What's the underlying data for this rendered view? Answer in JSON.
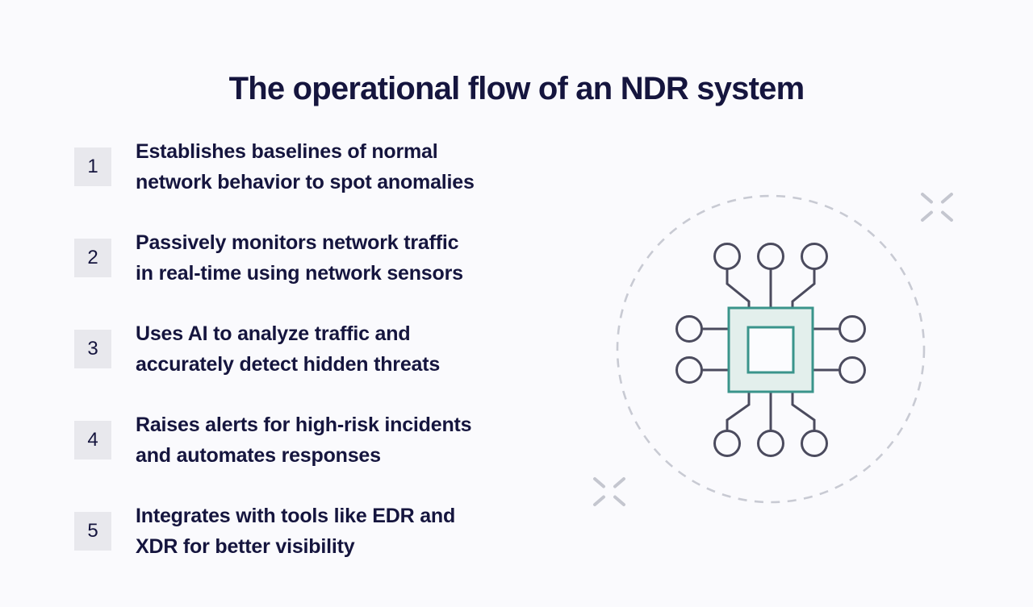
{
  "title": "The operational flow of an NDR system",
  "steps": [
    {
      "number": "1",
      "text": "Establishes baselines of normal\nnetwork behavior to spot anomalies"
    },
    {
      "number": "2",
      "text": "Passively monitors network traffic\nin real-time using network sensors"
    },
    {
      "number": "3",
      "text": "Uses AI to analyze traffic and\naccurately detect hidden threats"
    },
    {
      "number": "4",
      "text": "Raises alerts for high-risk incidents\nand automates responses"
    },
    {
      "number": "5",
      "text": "Integrates with tools like EDR and\nXDR for better visibility"
    }
  ],
  "illustration": {
    "description": "CPU chip icon with eight connected network nodes inside a dashed circle, decorative cross sparkles at top-right and bottom-left"
  },
  "colors": {
    "background": "#fafafd",
    "text": "#15153e",
    "badge_background": "#e8e8ed",
    "chip_accent_teal": "#3a948b",
    "chip_fill": "#e3efec",
    "pin_stroke": "#4b4b5e",
    "dashed_ring": "#c8cad3",
    "sparkle": "#c4c6cf"
  }
}
